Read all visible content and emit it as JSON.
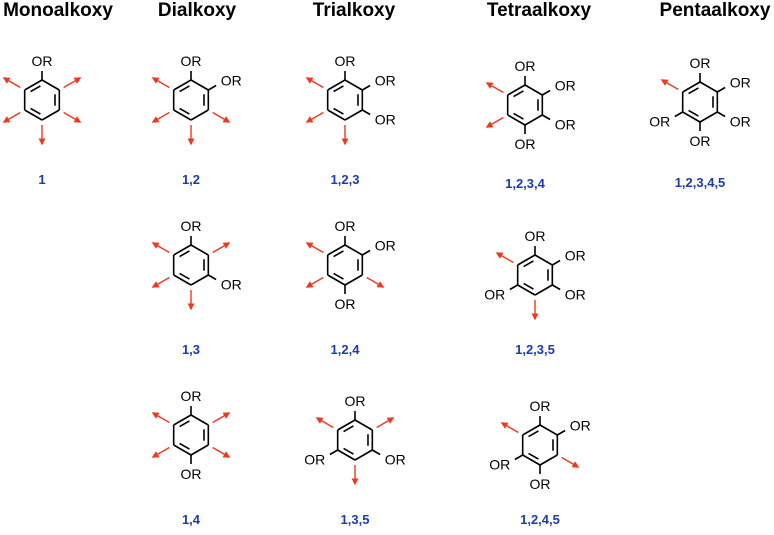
{
  "columns": {
    "mono": "Monoalkoxy",
    "di": "Dialkoxy",
    "tri": "Trialkoxy",
    "tetra": "Tetraalkoxy",
    "penta": "Pentaalkoxy"
  },
  "substituent_label": "OR",
  "colors": {
    "bond": "#000000",
    "arrow": "#f0381e",
    "label": "#1c3bb0"
  },
  "molecules": [
    {
      "id": "m-1",
      "label": "1",
      "or_positions": [
        1
      ]
    },
    {
      "id": "m-12",
      "label": "1,2",
      "or_positions": [
        1,
        2
      ]
    },
    {
      "id": "m-123",
      "label": "1,2,3",
      "or_positions": [
        1,
        2,
        3
      ]
    },
    {
      "id": "m-1234",
      "label": "1,2,3,4",
      "or_positions": [
        1,
        2,
        3,
        4
      ]
    },
    {
      "id": "m-12345",
      "label": "1,2,3,4,5",
      "or_positions": [
        1,
        2,
        3,
        4,
        5
      ]
    },
    {
      "id": "m-13",
      "label": "1,3",
      "or_positions": [
        1,
        3
      ]
    },
    {
      "id": "m-124",
      "label": "1,2,4",
      "or_positions": [
        1,
        2,
        4
      ]
    },
    {
      "id": "m-1235",
      "label": "1,2,3,5",
      "or_positions": [
        1,
        2,
        3,
        5
      ]
    },
    {
      "id": "m-14",
      "label": "1,4",
      "or_positions": [
        1,
        4
      ]
    },
    {
      "id": "m-135",
      "label": "1,3,5",
      "or_positions": [
        1,
        3,
        5
      ]
    },
    {
      "id": "m-1245",
      "label": "1,2,4,5",
      "or_positions": [
        1,
        2,
        4,
        5
      ]
    }
  ]
}
